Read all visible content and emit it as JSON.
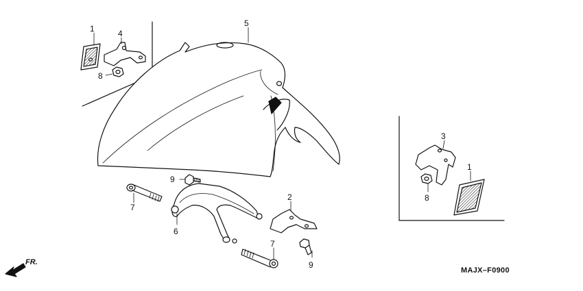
{
  "callouts": {
    "c1a": "1",
    "c4": "4",
    "c8a": "8",
    "c5": "5",
    "c9a": "9",
    "c7a": "7",
    "c6": "6",
    "c2": "2",
    "c7b": "7",
    "c9b": "9",
    "c3": "3",
    "c1b": "1",
    "c8b": "8"
  },
  "direction_label": "FR.",
  "diagram_code": "MAJX–F0900"
}
